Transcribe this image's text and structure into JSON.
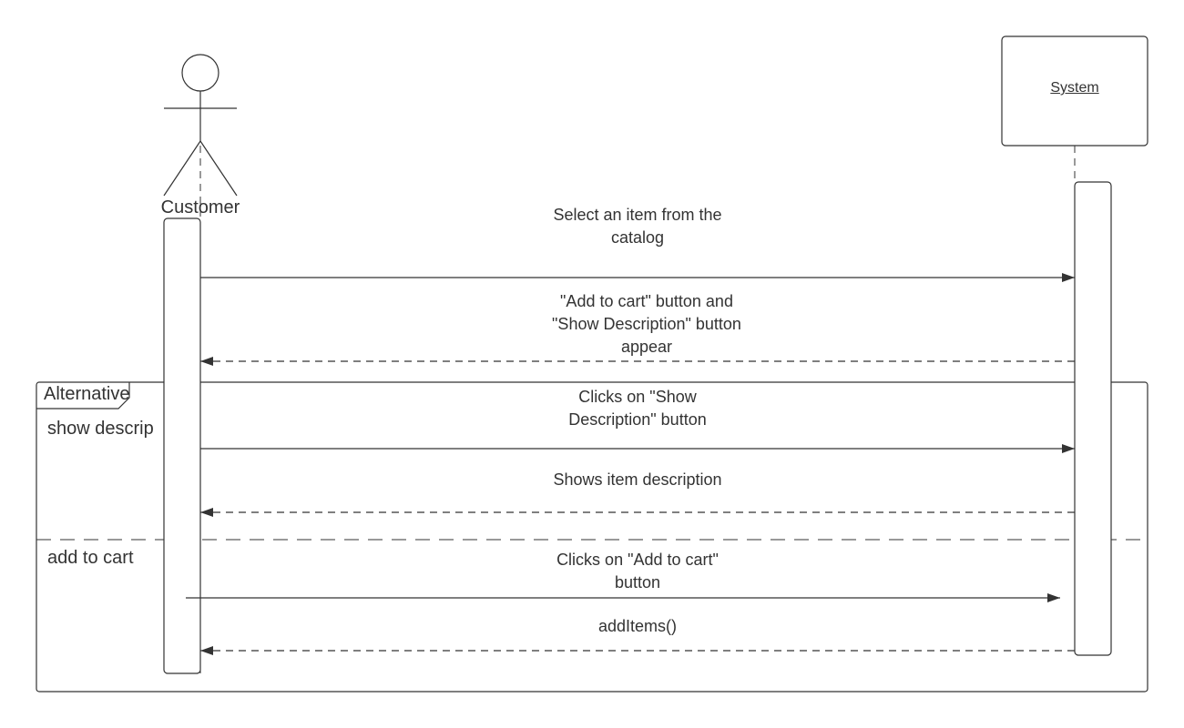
{
  "actor": {
    "name": "Customer"
  },
  "system": {
    "name": "System"
  },
  "messages": [
    {
      "line1": "Select an item from the",
      "line2": "catalog",
      "line3": ""
    },
    {
      "line1": "\"Add to cart\" button and",
      "line2": "\"Show Description\" button",
      "line3": "appear"
    },
    {
      "line1": "Clicks on \"Show",
      "line2": "Description\" button",
      "line3": ""
    },
    {
      "line1": "Shows item description",
      "line2": "",
      "line3": ""
    },
    {
      "line1": "Clicks on \"Add to cart\"",
      "line2": "button",
      "line3": ""
    },
    {
      "line1": "addItems()",
      "line2": "",
      "line3": ""
    }
  ],
  "fragment": {
    "operator": "Alternative",
    "guard1": "show descrip",
    "guard2": "add to cart"
  }
}
